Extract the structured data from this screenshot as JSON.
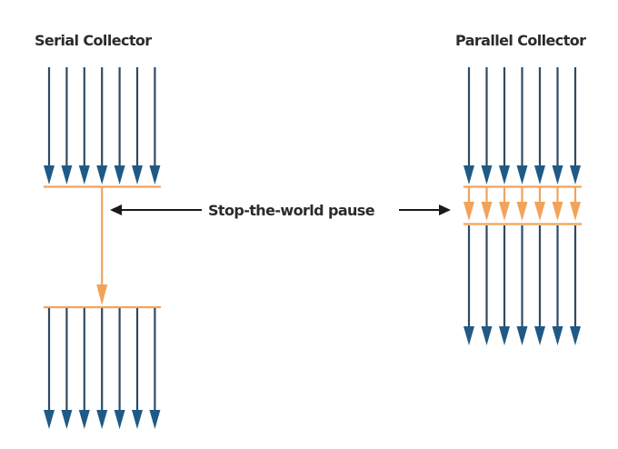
{
  "serial": {
    "title": "Serial Collector",
    "threads_before_pause": 7,
    "threads_after_pause": 7,
    "gc_threads": 1
  },
  "parallel": {
    "title": "Parallel Collector",
    "threads_before_pause": 7,
    "threads_after_pause": 7,
    "gc_threads": 7
  },
  "pause_label": "Stop-the-world pause",
  "colors": {
    "app_thread": "#1f5a87",
    "gc_thread": "#f2a35a",
    "label_arrow": "#1a1a1a"
  }
}
